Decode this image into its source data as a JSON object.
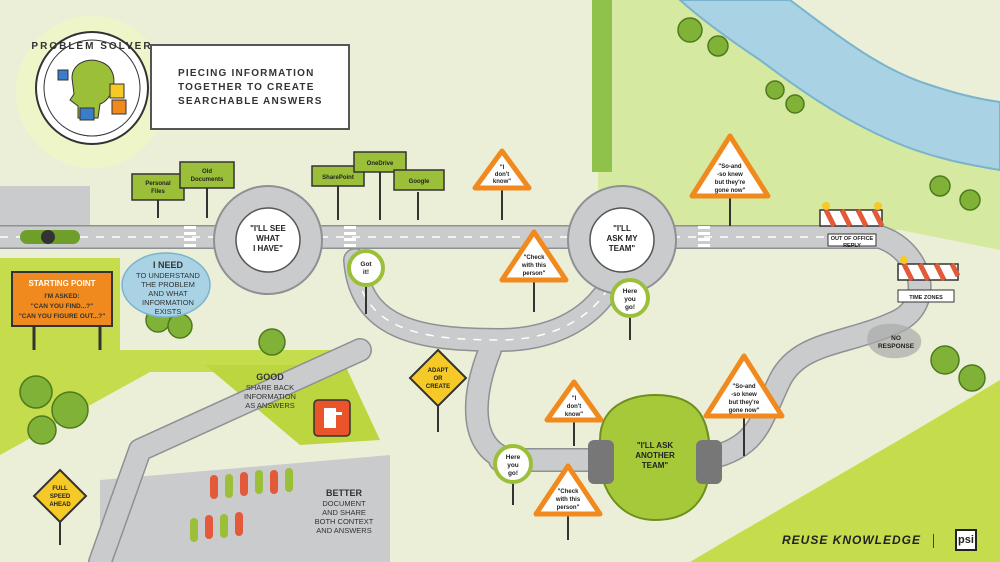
{
  "badge": {
    "title": "PROBLEM SOLVER"
  },
  "header": {
    "line1": "PIECING INFORMATION",
    "line2": "TOGETHER TO CREATE",
    "line3": "SEARCHABLE ANSWERS"
  },
  "start_sign": {
    "title": "STARTING POINT",
    "line1": "I'M ASKED:",
    "line2": "\"CAN YOU FIND...?\"",
    "line3": "\"CAN YOU FIGURE OUT...?\""
  },
  "need_note": {
    "title": "I NEED",
    "line1": "TO UNDERSTAND",
    "line2": "THE PROBLEM",
    "line3": "AND WHAT",
    "line4": "INFORMATION",
    "line5": "EXISTS"
  },
  "good_note": {
    "title": "GOOD",
    "line1": "SHARE BACK",
    "line2": "INFORMATION",
    "line3": "AS ANSWERS"
  },
  "better_note": {
    "title": "BETTER",
    "line1": "DOCUMENT",
    "line2": "AND SHARE",
    "line3": "BOTH CONTEXT",
    "line4": "AND ANSWERS"
  },
  "street_signs": {
    "personal_files": [
      "Personal",
      "Files"
    ],
    "old_documents": [
      "Old",
      "Documents"
    ],
    "sharepoint": "SharePoint",
    "onedrive": "OneDrive",
    "google": "Google"
  },
  "roundabouts": {
    "see_what_i_have": [
      "\"I'LL SEE",
      "WHAT",
      "I HAVE\""
    ],
    "ask_my_team": [
      "\"I'LL",
      "ASK MY",
      "TEAM\""
    ],
    "ask_another_team": [
      "\"I'LL ASK",
      "ANOTHER",
      "TEAM\""
    ]
  },
  "warnings": {
    "dont_know_1": [
      "\"I",
      "don't",
      "know\""
    ],
    "check_person_1": [
      "\"Check",
      "with this",
      "person\""
    ],
    "gone_now_1": [
      "\"So-and",
      "-so knew",
      "but they're",
      "gone now\""
    ],
    "dont_know_2": [
      "\"I",
      "don't",
      "know\""
    ],
    "check_person_2": [
      "\"Check",
      "with this",
      "person\""
    ],
    "gone_now_2": [
      "\"So-and",
      "-so knew",
      "but they're",
      "gone now\""
    ]
  },
  "round_signs": {
    "got_it": [
      "Got",
      "it!"
    ],
    "here_you_go_1": [
      "Here",
      "you",
      "go!"
    ],
    "here_you_go_2": [
      "Here",
      "you",
      "go!"
    ]
  },
  "diamonds": {
    "adapt_or_create": [
      "ADAPT",
      "OR",
      "CREATE"
    ],
    "full_speed": [
      "FULL",
      "SPEED",
      "AHEAD"
    ]
  },
  "barriers": {
    "out_of_office": [
      "OUT OF OFFICE",
      "REPLY"
    ],
    "time_zones": "TIME ZONES"
  },
  "no_response": [
    "NO",
    "RESPONSE"
  ],
  "footer": {
    "title": "REUSE KNOWLEDGE",
    "logo": "psi"
  },
  "colors": {
    "grass": "#c5dd4c",
    "background": "#ecefd8",
    "road": "#c9cbcd",
    "river": "#a9d3e4",
    "sign_orange": "#f08a1e",
    "sign_green": "#9cbf3a",
    "diamond_yellow": "#f5c928"
  }
}
